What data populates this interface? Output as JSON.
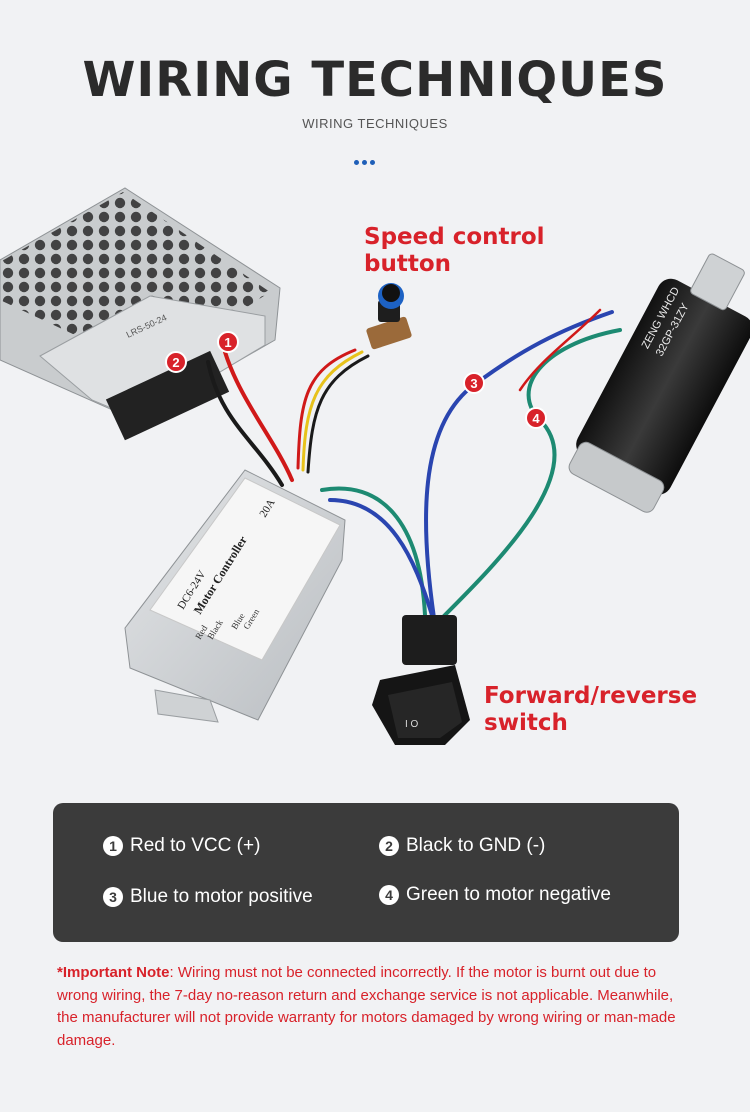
{
  "header": {
    "title": "WIRING TECHNIQUES",
    "subtitle": "WIRING TECHNIQUES"
  },
  "callouts": {
    "speed_line1": "Speed control",
    "speed_line2": "button",
    "switch_line1": "Forward/reverse",
    "switch_line2": "switch"
  },
  "markers": [
    "1",
    "2",
    "3",
    "4"
  ],
  "controller": {
    "model": "Motor Controller",
    "voltage": "DC6-24V",
    "current": "20A",
    "labels": [
      "Red",
      "Black",
      "Blue",
      "Green"
    ]
  },
  "psu": {
    "label": "LRS-50-24"
  },
  "motor": {
    "label_line1": "ZENG WHCD",
    "label_line2": "32GP-31ZY"
  },
  "switch": {
    "symbol": "I O"
  },
  "legend": {
    "items": [
      {
        "num": "1",
        "text": "Red to VCC (+)"
      },
      {
        "num": "2",
        "text": "Black to GND (-)"
      },
      {
        "num": "3",
        "text": "Blue to motor positive"
      },
      {
        "num": "4",
        "text": "Green to motor negative"
      }
    ]
  },
  "note": {
    "prefix": "*Important Note",
    "text": ": Wiring must not be connected incorrectly. If the motor is burnt out due to wrong wiring, the 7-day no-reason return and exchange service is not applicable. Meanwhile, the manufacturer will not provide warranty for motors damaged by wrong wiring or man-made damage."
  },
  "colors": {
    "accent": "#d8222a",
    "panel": "#3b3b3b",
    "dots": "#1f5fb8"
  }
}
